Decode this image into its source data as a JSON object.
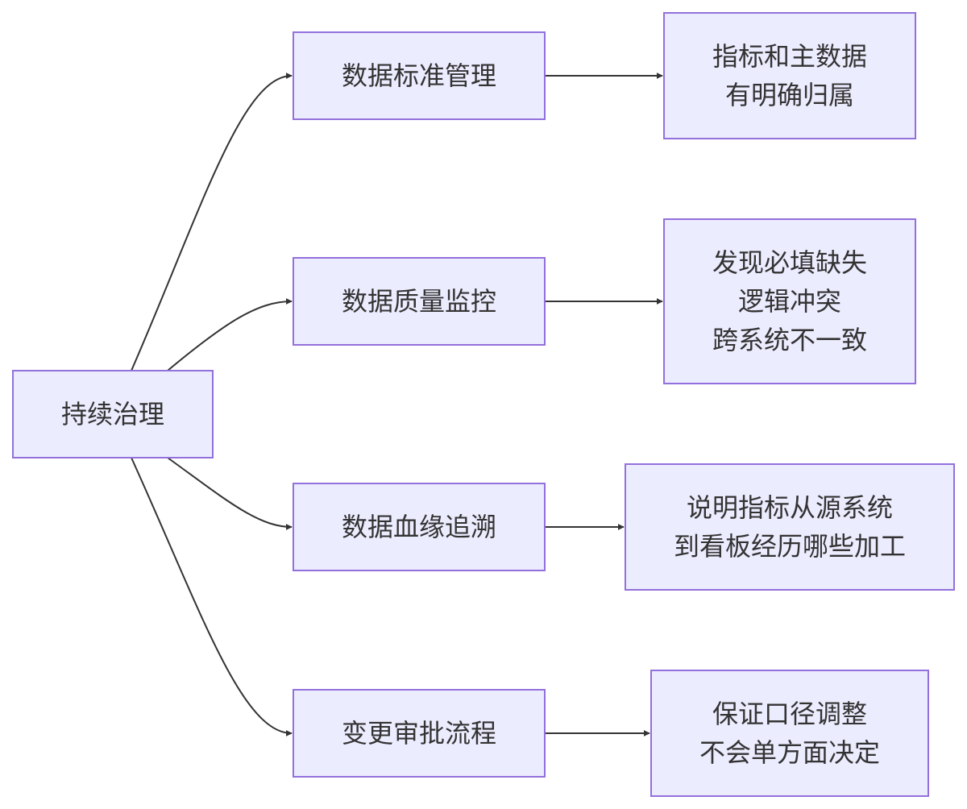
{
  "colors": {
    "node_fill": "#ececff",
    "node_border": "#9370db",
    "text": "#333333",
    "edge": "#333333"
  },
  "nodes": {
    "root": {
      "lines": [
        "持续治理"
      ]
    },
    "standard": {
      "lines": [
        "数据标准管理"
      ]
    },
    "quality": {
      "lines": [
        "数据质量监控"
      ]
    },
    "lineage": {
      "lines": [
        "数据血缘追溯"
      ]
    },
    "approval": {
      "lines": [
        "变更审批流程"
      ]
    },
    "standard_detail": {
      "lines": [
        "指标和主数据",
        "有明确归属"
      ]
    },
    "quality_detail": {
      "lines": [
        "发现必填缺失",
        "逻辑冲突",
        "跨系统不一致"
      ]
    },
    "lineage_detail": {
      "lines": [
        "说明指标从源系统",
        "到看板经历哪些加工"
      ]
    },
    "approval_detail": {
      "lines": [
        "保证口径调整",
        "不会单方面决定"
      ]
    }
  },
  "edges": [
    {
      "from": "root",
      "to": "standard"
    },
    {
      "from": "root",
      "to": "quality"
    },
    {
      "from": "root",
      "to": "lineage"
    },
    {
      "from": "root",
      "to": "approval"
    },
    {
      "from": "standard",
      "to": "standard_detail"
    },
    {
      "from": "quality",
      "to": "quality_detail"
    },
    {
      "from": "lineage",
      "to": "lineage_detail"
    },
    {
      "from": "approval",
      "to": "approval_detail"
    }
  ]
}
